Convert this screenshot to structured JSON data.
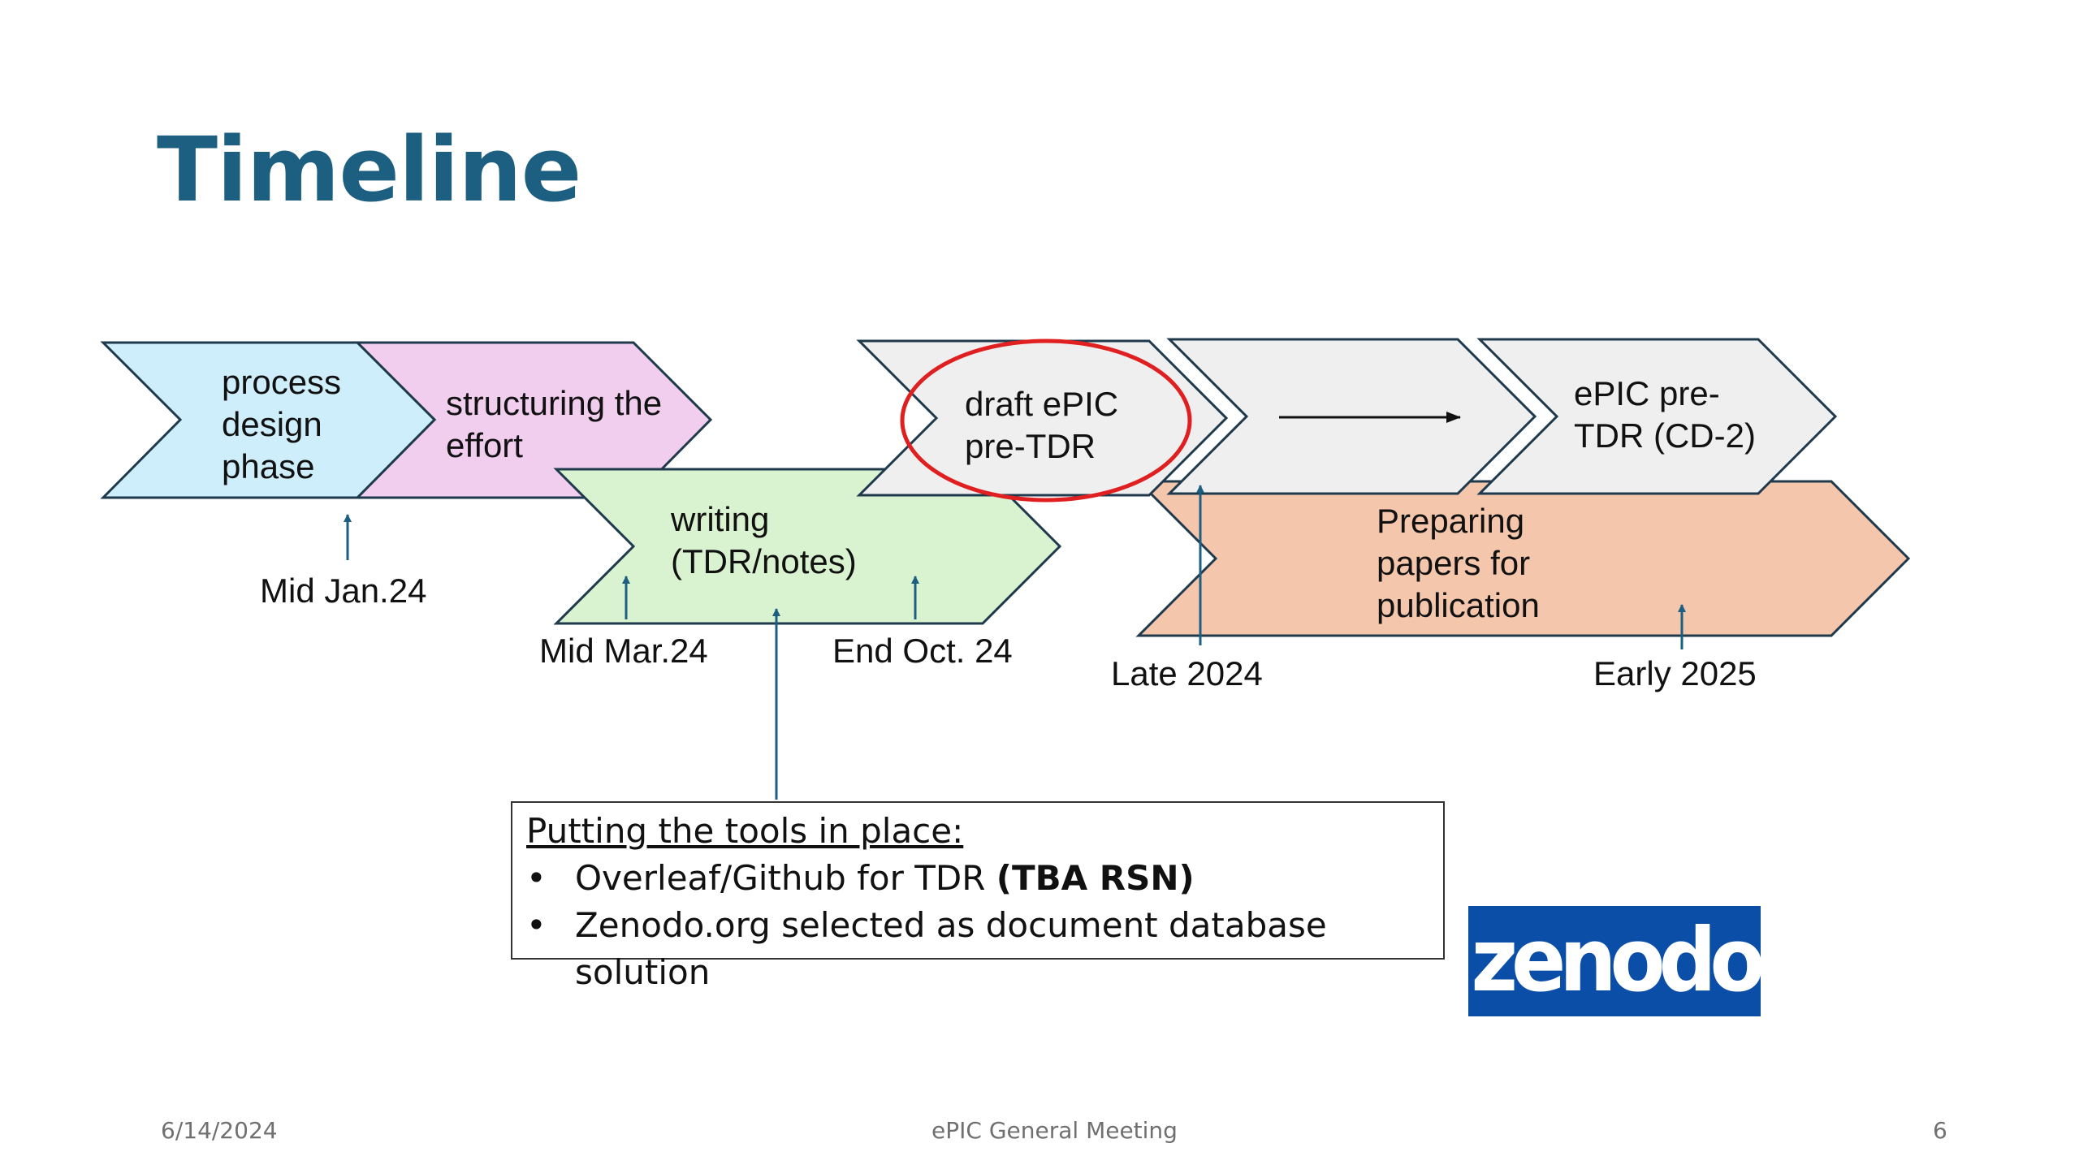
{
  "slide": {
    "title": "Timeline",
    "stages": [
      {
        "lines": [
          "process",
          "design",
          "phase"
        ],
        "color": "#cdeefa"
      },
      {
        "lines": [
          "structuring the",
          "effort"
        ],
        "color": "#f1cdee"
      },
      {
        "lines": [
          "writing",
          "(TDR/notes)"
        ],
        "color": "#d9f2d0"
      },
      {
        "lines": [
          "draft ePIC",
          "pre-TDR"
        ],
        "color": "#efefef"
      },
      {
        "lines": [],
        "color": "#efefef"
      },
      {
        "lines": [
          "ePIC pre-",
          "TDR (CD-2)"
        ],
        "color": "#efefef"
      },
      {
        "lines": [
          "Preparing",
          "papers for",
          "publication"
        ],
        "color": "#f4c6ac"
      }
    ],
    "milestones": [
      "Mid Jan.24",
      "Mid Mar.24",
      "End Oct. 24",
      "Late 2024",
      "Early 2025"
    ],
    "highlight_color": "#e02020",
    "tools_box": {
      "heading": "Putting the tools in place:",
      "bullet": "•",
      "item1_text": "Overleaf/Github for TDR ",
      "item1_bold": "(TBA RSN)",
      "item2_text": "Zenodo.org selected as document database solution"
    },
    "logo": {
      "text": "zenodo",
      "bg": "#0b4ea7"
    },
    "footer": {
      "date": "6/14/2024",
      "event": "ePIC General Meeting",
      "page": "6"
    }
  }
}
